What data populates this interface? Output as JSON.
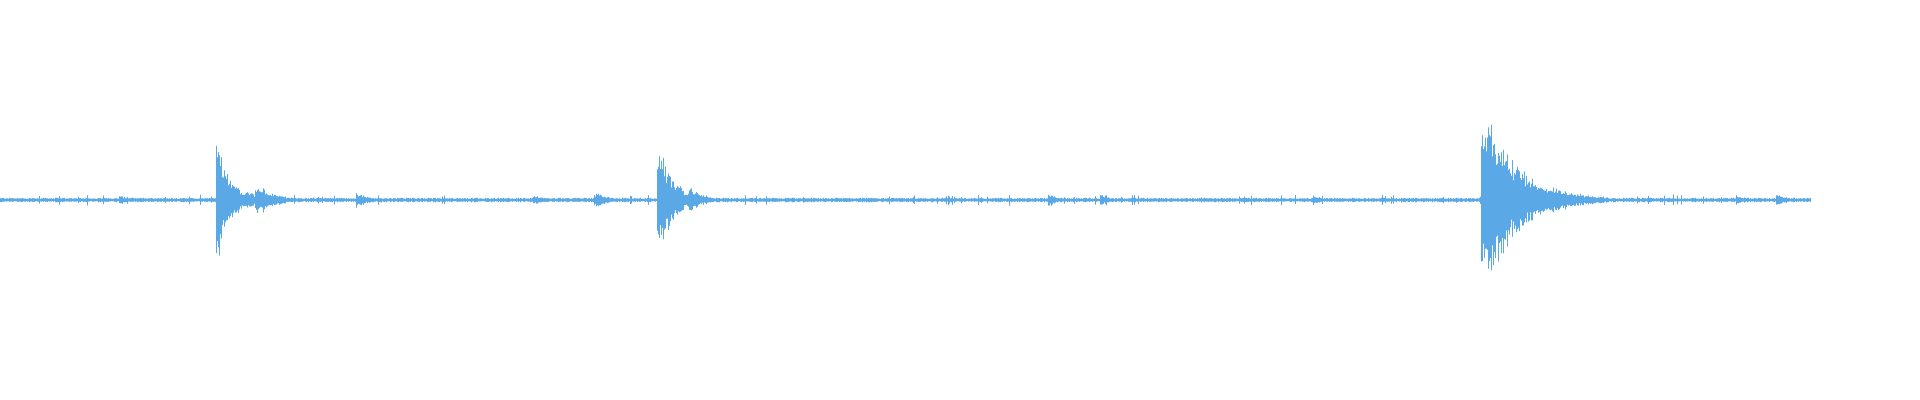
{
  "waveform": {
    "color": "#5aa9e6",
    "duration_fraction": 0.9425,
    "events": [
      {
        "at": 0.0626,
        "peak": 0.05,
        "decay": 0.004
      },
      {
        "at": 0.1132,
        "peak": 0.61,
        "decay": 0.006
      },
      {
        "at": 0.1197,
        "peak": 0.18,
        "decay": 0.012
      },
      {
        "at": 0.1336,
        "peak": 0.16,
        "decay": 0.01
      },
      {
        "at": 0.1857,
        "peak": 0.08,
        "decay": 0.006
      },
      {
        "at": 0.278,
        "peak": 0.04,
        "decay": 0.01
      },
      {
        "at": 0.3112,
        "peak": 0.08,
        "decay": 0.006
      },
      {
        "at": 0.3429,
        "peak": 0.56,
        "decay": 0.008
      },
      {
        "at": 0.3591,
        "peak": 0.13,
        "decay": 0.008
      },
      {
        "at": 0.5465,
        "peak": 0.07,
        "decay": 0.004
      },
      {
        "at": 0.5736,
        "peak": 0.06,
        "decay": 0.005
      },
      {
        "at": 0.6844,
        "peak": 0.05,
        "decay": 0.005
      },
      {
        "at": 0.772,
        "peak": 0.95,
        "decay": 0.018
      },
      {
        "at": 0.9049,
        "peak": 0.05,
        "decay": 0.006
      },
      {
        "at": 0.9256,
        "peak": 0.05,
        "decay": 0.008
      }
    ]
  }
}
